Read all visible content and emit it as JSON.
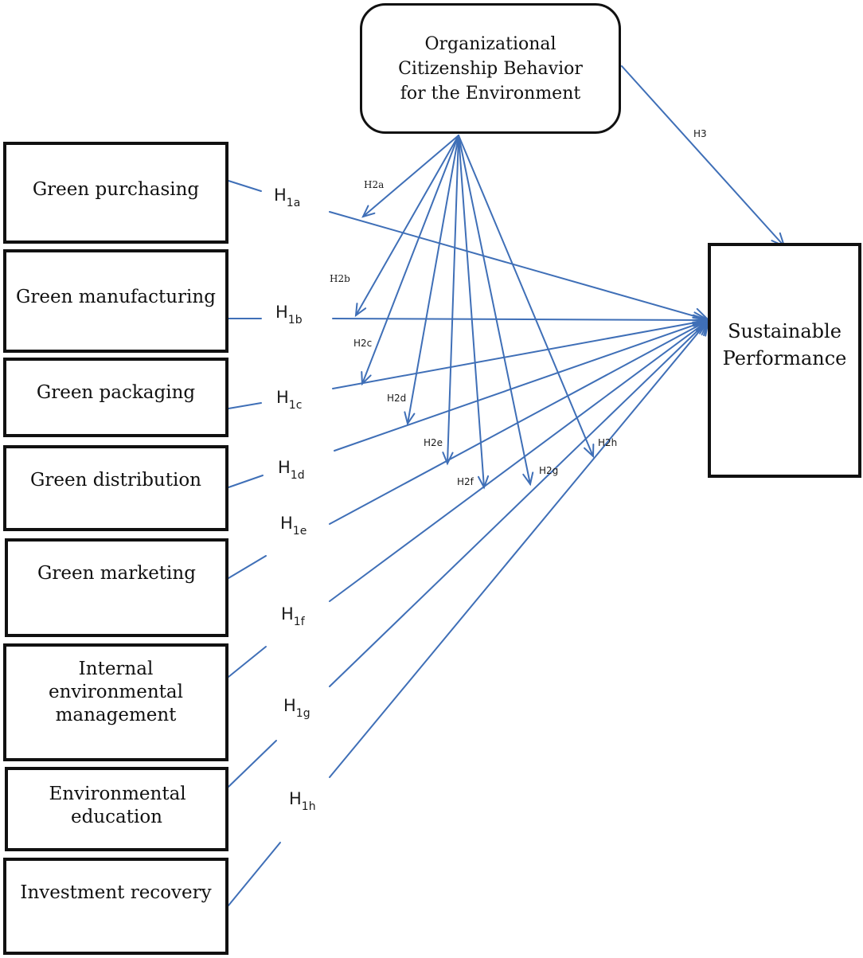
{
  "diagram": {
    "top_node": "Organizational Citizenship Behavior for the Environment",
    "target_node": "Sustainable Performance",
    "source_nodes": [
      "Green purchasing",
      "Green manufacturing",
      "Green packaging",
      "Green distribution",
      "Green marketing",
      "Internal environmental management",
      "Environmental education",
      "Investment recovery"
    ],
    "h1_labels": [
      {
        "base": "H",
        "sub": "1a"
      },
      {
        "base": "H",
        "sub": "1b"
      },
      {
        "base": "H",
        "sub": "1c"
      },
      {
        "base": "H",
        "sub": "1d"
      },
      {
        "base": "H",
        "sub": "1e"
      },
      {
        "base": "H",
        "sub": "1f"
      },
      {
        "base": "H",
        "sub": "1g"
      },
      {
        "base": "H",
        "sub": "1h"
      }
    ],
    "h2_labels": [
      "H2a",
      "H2b",
      "H2c",
      "H2d",
      "H2e",
      "H2f",
      "H2g",
      "H2h"
    ],
    "h3_label": "H3",
    "colors": {
      "arrow": "#3f6fb7",
      "box_border": "#111111"
    }
  }
}
